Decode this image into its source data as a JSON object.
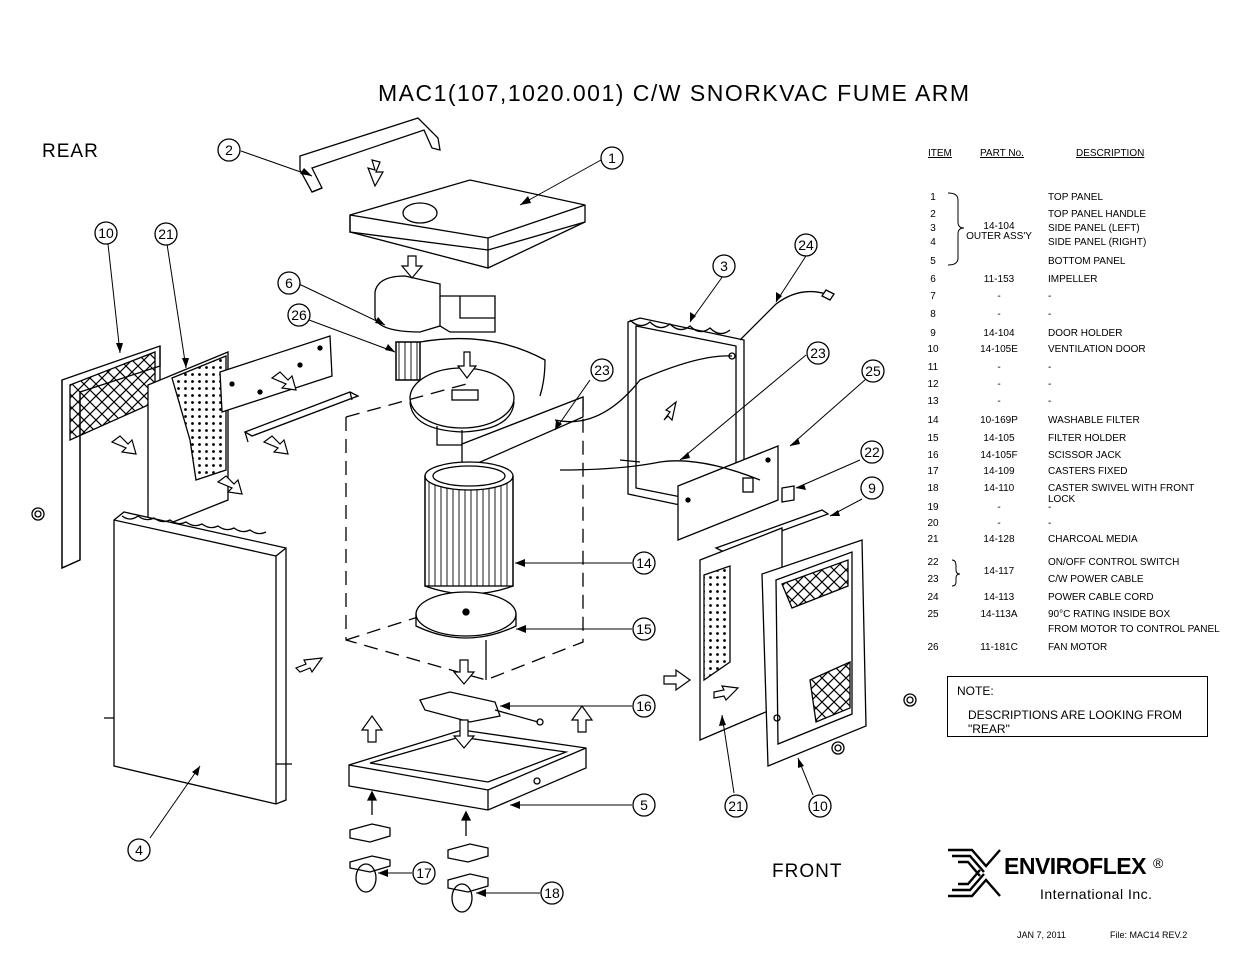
{
  "title": "MAC1(107,1020.001) C/W SNORKVAC FUME ARM",
  "view_labels": {
    "rear": "REAR",
    "front": "FRONT"
  },
  "callouts": [
    "1",
    "2",
    "3",
    "4",
    "5",
    "6",
    "9",
    "10",
    "14",
    "15",
    "16",
    "17",
    "18",
    "21",
    "22",
    "23",
    "24",
    "25",
    "26"
  ],
  "parts_table": {
    "headers": {
      "item": "ITEM",
      "part": "PART No.",
      "description": "DESCRIPTION"
    },
    "rows": [
      {
        "item": "1",
        "part": "",
        "description": "TOP PANEL"
      },
      {
        "item": "2",
        "part": "",
        "description": "TOP PANEL HANDLE"
      },
      {
        "item": "3",
        "part": "14-104",
        "description": "SIDE PANEL (LEFT)"
      },
      {
        "item": "4",
        "part": "OUTER ASS'Y",
        "description": "SIDE PANEL (RIGHT)"
      },
      {
        "item": "5",
        "part": "",
        "description": "BOTTOM PANEL"
      },
      {
        "item": "6",
        "part": "11-153",
        "description": "IMPELLER"
      },
      {
        "item": "7",
        "part": "-",
        "description": "-"
      },
      {
        "item": "8",
        "part": "-",
        "description": "-"
      },
      {
        "item": "9",
        "part": "14-104",
        "description": "DOOR HOLDER"
      },
      {
        "item": "10",
        "part": "14-105E",
        "description": "VENTILATION DOOR"
      },
      {
        "item": "11",
        "part": "-",
        "description": "-"
      },
      {
        "item": "12",
        "part": "-",
        "description": "-"
      },
      {
        "item": "13",
        "part": "-",
        "description": "-"
      },
      {
        "item": "14",
        "part": "10-169P",
        "description": "WASHABLE FILTER"
      },
      {
        "item": "15",
        "part": "14-105",
        "description": "FILTER HOLDER"
      },
      {
        "item": "16",
        "part": "14-105F",
        "description": "SCISSOR JACK"
      },
      {
        "item": "17",
        "part": "14-109",
        "description": "CASTERS FIXED"
      },
      {
        "item": "18",
        "part": "14-110",
        "description": "CASTER SWIVEL WITH FRONT LOCK"
      },
      {
        "item": "19",
        "part": "-",
        "description": "-"
      },
      {
        "item": "20",
        "part": "-",
        "description": "-"
      },
      {
        "item": "21",
        "part": "14-128",
        "description": "CHARCOAL MEDIA"
      },
      {
        "item": "22",
        "part": "",
        "description": "ON/OFF CONTROL SWITCH"
      },
      {
        "item": "23",
        "part": "14-117",
        "description": "C/W POWER CABLE"
      },
      {
        "item": "24",
        "part": "14-113",
        "description": "POWER CABLE CORD"
      },
      {
        "item": "25",
        "part": "14-113A",
        "description": "90°C RATING INSIDE BOX"
      },
      {
        "item": "",
        "part": "",
        "description": "FROM MOTOR TO CONTROL PANEL"
      },
      {
        "item": "26",
        "part": "11-181C",
        "description": "FAN MOTOR"
      }
    ]
  },
  "note": {
    "label": "NOTE:",
    "text": "DESCRIPTIONS ARE LOOKING FROM \"REAR\""
  },
  "logo": {
    "name": "ENVIROFLEX",
    "reg": "®",
    "subtitle": "International Inc."
  },
  "footer": {
    "date": "JAN 7, 2011",
    "file": "File:  MAC14    REV.2"
  }
}
